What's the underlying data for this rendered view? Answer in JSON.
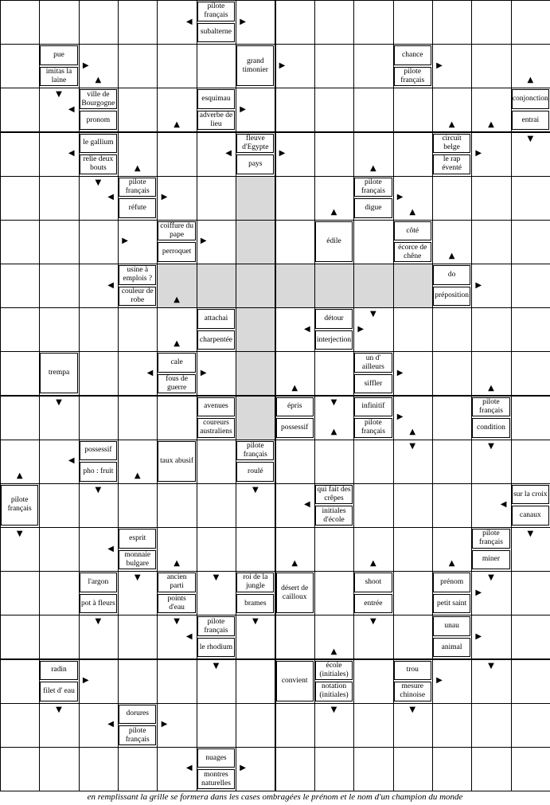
{
  "grid": {
    "cols": 14,
    "rows": 18,
    "shaded": [
      [
        4,
        6
      ],
      [
        5,
        6
      ],
      [
        6,
        6
      ],
      [
        6,
        7
      ],
      [
        6,
        8
      ],
      [
        6,
        9
      ],
      [
        6,
        4
      ],
      [
        6,
        5
      ],
      [
        7,
        6
      ],
      [
        8,
        6
      ],
      [
        9,
        6
      ],
      [
        10,
        6
      ]
    ]
  },
  "clues": [
    {
      "c": 5,
      "r": 0,
      "h": "top",
      "text": "pilote français"
    },
    {
      "c": 5,
      "r": 0,
      "h": "bot",
      "text": "subalterne"
    },
    {
      "c": 1,
      "r": 1,
      "h": "top",
      "text": "pue"
    },
    {
      "c": 1,
      "r": 1,
      "h": "bot",
      "text": "imitas la laine"
    },
    {
      "c": 6,
      "r": 1,
      "h": "full",
      "text": "grand timonier"
    },
    {
      "c": 10,
      "r": 1,
      "h": "top",
      "text": "chance"
    },
    {
      "c": 10,
      "r": 1,
      "h": "bot",
      "text": "pilote français"
    },
    {
      "c": 2,
      "r": 2,
      "h": "top",
      "text": "ville de Bourgogne"
    },
    {
      "c": 2,
      "r": 2,
      "h": "bot",
      "text": "pronom"
    },
    {
      "c": 5,
      "r": 2,
      "h": "top",
      "text": "esquimau"
    },
    {
      "c": 5,
      "r": 2,
      "h": "bot",
      "text": "adverbe de lieu"
    },
    {
      "c": 13,
      "r": 2,
      "h": "top",
      "text": "conjonction"
    },
    {
      "c": 13,
      "r": 2,
      "h": "bot",
      "text": "entrai"
    },
    {
      "c": 2,
      "r": 3,
      "h": "top",
      "text": "le gallium"
    },
    {
      "c": 2,
      "r": 3,
      "h": "bot",
      "text": "relie deux bouts"
    },
    {
      "c": 6,
      "r": 3,
      "h": "top",
      "text": "fleuve d'Egypte"
    },
    {
      "c": 6,
      "r": 3,
      "h": "bot",
      "text": "pays"
    },
    {
      "c": 11,
      "r": 3,
      "h": "top",
      "text": "circuit belge"
    },
    {
      "c": 11,
      "r": 3,
      "h": "bot",
      "text": "le rap éventé"
    },
    {
      "c": 3,
      "r": 4,
      "h": "top",
      "text": "pilote français"
    },
    {
      "c": 3,
      "r": 4,
      "h": "bot",
      "text": "réfute"
    },
    {
      "c": 9,
      "r": 4,
      "h": "top",
      "text": "pilote français"
    },
    {
      "c": 9,
      "r": 4,
      "h": "bot",
      "text": "digue"
    },
    {
      "c": 4,
      "r": 5,
      "h": "top",
      "text": "coiffure du pape"
    },
    {
      "c": 4,
      "r": 5,
      "h": "bot",
      "text": "perroquet"
    },
    {
      "c": 8,
      "r": 5,
      "h": "full",
      "text": "édile"
    },
    {
      "c": 10,
      "r": 5,
      "h": "top",
      "text": "côté"
    },
    {
      "c": 10,
      "r": 5,
      "h": "bot",
      "text": "écorce de chêne"
    },
    {
      "c": 3,
      "r": 6,
      "h": "top",
      "text": "usine à emplois ?"
    },
    {
      "c": 3,
      "r": 6,
      "h": "bot",
      "text": "couleur de robe"
    },
    {
      "c": 11,
      "r": 6,
      "h": "top",
      "text": "do"
    },
    {
      "c": 11,
      "r": 6,
      "h": "bot",
      "text": "préposition"
    },
    {
      "c": 5,
      "r": 7,
      "h": "top",
      "text": "attachai"
    },
    {
      "c": 5,
      "r": 7,
      "h": "bot",
      "text": "charpentée"
    },
    {
      "c": 8,
      "r": 7,
      "h": "top",
      "text": "détour"
    },
    {
      "c": 8,
      "r": 7,
      "h": "bot",
      "text": "interjection"
    },
    {
      "c": 1,
      "r": 8,
      "h": "full",
      "text": "trempa"
    },
    {
      "c": 4,
      "r": 8,
      "h": "top",
      "text": "cale"
    },
    {
      "c": 4,
      "r": 8,
      "h": "bot",
      "text": "fous de guerre"
    },
    {
      "c": 9,
      "r": 8,
      "h": "top",
      "text": "un d' ailleurs"
    },
    {
      "c": 9,
      "r": 8,
      "h": "bot",
      "text": "siffler"
    },
    {
      "c": 5,
      "r": 9,
      "h": "top",
      "text": "avenues"
    },
    {
      "c": 5,
      "r": 9,
      "h": "bot",
      "text": "coureurs australiens"
    },
    {
      "c": 7,
      "r": 9,
      "h": "top",
      "text": "épris"
    },
    {
      "c": 7,
      "r": 9,
      "h": "bot",
      "text": "possessif"
    },
    {
      "c": 9,
      "r": 9,
      "h": "top",
      "text": "infinitif"
    },
    {
      "c": 9,
      "r": 9,
      "h": "bot",
      "text": "pilote français"
    },
    {
      "c": 12,
      "r": 9,
      "h": "top",
      "text": "pilote français"
    },
    {
      "c": 12,
      "r": 9,
      "h": "bot",
      "text": "condition"
    },
    {
      "c": 2,
      "r": 10,
      "h": "top",
      "text": "possessif"
    },
    {
      "c": 2,
      "r": 10,
      "h": "bot",
      "text": "pho : fruit"
    },
    {
      "c": 4,
      "r": 10,
      "h": "full",
      "text": "taux abusif"
    },
    {
      "c": 6,
      "r": 10,
      "h": "top",
      "text": "pilote français"
    },
    {
      "c": 6,
      "r": 10,
      "h": "bot",
      "text": "roulé"
    },
    {
      "c": 0,
      "r": 11,
      "h": "full",
      "text": "pilote français"
    },
    {
      "c": 8,
      "r": 11,
      "h": "top",
      "text": "qui fait des crêpes"
    },
    {
      "c": 8,
      "r": 11,
      "h": "bot",
      "text": "initiales d'école"
    },
    {
      "c": 13,
      "r": 11,
      "h": "top",
      "text": "sur la croix"
    },
    {
      "c": 13,
      "r": 11,
      "h": "bot",
      "text": "canaux"
    },
    {
      "c": 3,
      "r": 12,
      "h": "top",
      "text": "esprit"
    },
    {
      "c": 3,
      "r": 12,
      "h": "bot",
      "text": "monnaie bulgare"
    },
    {
      "c": 12,
      "r": 12,
      "h": "top",
      "text": "pilote français"
    },
    {
      "c": 12,
      "r": 12,
      "h": "bot",
      "text": "miner"
    },
    {
      "c": 2,
      "r": 13,
      "h": "top",
      "text": "l'argon"
    },
    {
      "c": 2,
      "r": 13,
      "h": "bot",
      "text": "pot à fleurs"
    },
    {
      "c": 4,
      "r": 13,
      "h": "top",
      "text": "ancien parti"
    },
    {
      "c": 4,
      "r": 13,
      "h": "bot",
      "text": "points d'eau"
    },
    {
      "c": 6,
      "r": 13,
      "h": "top",
      "text": "roi de la jungle"
    },
    {
      "c": 6,
      "r": 13,
      "h": "bot",
      "text": "brames"
    },
    {
      "c": 7,
      "r": 13,
      "h": "full",
      "text": "désert de cailloux"
    },
    {
      "c": 9,
      "r": 13,
      "h": "top",
      "text": "shoot"
    },
    {
      "c": 9,
      "r": 13,
      "h": "bot",
      "text": "entrée"
    },
    {
      "c": 11,
      "r": 13,
      "h": "top",
      "text": "prénom"
    },
    {
      "c": 11,
      "r": 13,
      "h": "bot",
      "text": "petit saint"
    },
    {
      "c": 5,
      "r": 14,
      "h": "top",
      "text": "pilote français"
    },
    {
      "c": 5,
      "r": 14,
      "h": "bot",
      "text": "le rhodium"
    },
    {
      "c": 11,
      "r": 14,
      "h": "top",
      "text": "unau"
    },
    {
      "c": 11,
      "r": 14,
      "h": "bot",
      "text": "animal"
    },
    {
      "c": 1,
      "r": 15,
      "h": "top",
      "text": "radin"
    },
    {
      "c": 1,
      "r": 15,
      "h": "bot",
      "text": "filet d' eau"
    },
    {
      "c": 7,
      "r": 15,
      "h": "full",
      "text": "convient"
    },
    {
      "c": 8,
      "r": 15,
      "h": "top",
      "text": "école (initiales)"
    },
    {
      "c": 8,
      "r": 15,
      "h": "bot",
      "text": "notation (initiales)"
    },
    {
      "c": 10,
      "r": 15,
      "h": "top",
      "text": "trou"
    },
    {
      "c": 10,
      "r": 15,
      "h": "bot",
      "text": "mesure chinoise"
    },
    {
      "c": 3,
      "r": 16,
      "h": "top",
      "text": "dorures"
    },
    {
      "c": 3,
      "r": 16,
      "h": "bot",
      "text": "pilote français"
    },
    {
      "c": 5,
      "r": 17,
      "h": "top",
      "text": "nuages"
    },
    {
      "c": 5,
      "r": 17,
      "h": "bot",
      "text": "montres naturelles"
    }
  ],
  "arrows": [
    {
      "c": 4,
      "r": 0,
      "d": "left"
    },
    {
      "c": 6,
      "r": 0,
      "d": "right"
    },
    {
      "c": 2,
      "r": 1,
      "d": "right"
    },
    {
      "c": 1,
      "r": 2,
      "d": "down"
    },
    {
      "c": 7,
      "r": 1,
      "d": "right"
    },
    {
      "c": 11,
      "r": 1,
      "d": "right"
    },
    {
      "c": 2,
      "r": 1,
      "d": "up"
    },
    {
      "c": 1,
      "r": 2,
      "d": "left"
    },
    {
      "c": 4,
      "r": 2,
      "d": "up"
    },
    {
      "c": 6,
      "r": 2,
      "d": "right"
    },
    {
      "c": 12,
      "r": 2,
      "d": "up"
    },
    {
      "c": 13,
      "r": 1,
      "d": "up"
    },
    {
      "c": 13,
      "r": 3,
      "d": "down"
    },
    {
      "c": 1,
      "r": 3,
      "d": "left"
    },
    {
      "c": 5,
      "r": 3,
      "d": "left"
    },
    {
      "c": 7,
      "r": 3,
      "d": "right"
    },
    {
      "c": 11,
      "r": 2,
      "d": "up"
    },
    {
      "c": 12,
      "r": 3,
      "d": "right"
    },
    {
      "c": 2,
      "r": 4,
      "d": "down"
    },
    {
      "c": 3,
      "r": 3,
      "d": "up"
    },
    {
      "c": 2,
      "r": 4,
      "d": "left"
    },
    {
      "c": 9,
      "r": 3,
      "d": "up"
    },
    {
      "c": 10,
      "r": 4,
      "d": "right"
    },
    {
      "c": 4,
      "r": 4,
      "d": "right"
    },
    {
      "c": 5,
      "r": 5,
      "d": "right"
    },
    {
      "c": 8,
      "r": 4,
      "d": "up"
    },
    {
      "c": 10,
      "r": 4,
      "d": "up"
    },
    {
      "c": 11,
      "r": 5,
      "d": "up"
    },
    {
      "c": 3,
      "r": 5,
      "d": "right"
    },
    {
      "c": 2,
      "r": 6,
      "d": "left"
    },
    {
      "c": 12,
      "r": 6,
      "d": "right"
    },
    {
      "c": 4,
      "r": 6,
      "d": "up"
    },
    {
      "c": 9,
      "r": 7,
      "d": "right"
    },
    {
      "c": 7,
      "r": 7,
      "d": "left"
    },
    {
      "c": 1,
      "r": 9,
      "d": "down"
    },
    {
      "c": 4,
      "r": 7,
      "d": "up"
    },
    {
      "c": 3,
      "r": 8,
      "d": "left"
    },
    {
      "c": 9,
      "r": 7,
      "d": "down"
    },
    {
      "c": 10,
      "r": 8,
      "d": "right"
    },
    {
      "c": 5,
      "r": 8,
      "d": "right"
    },
    {
      "c": 7,
      "r": 8,
      "d": "up"
    },
    {
      "c": 8,
      "r": 9,
      "d": "up"
    },
    {
      "c": 8,
      "r": 9,
      "d": "down"
    },
    {
      "c": 10,
      "r": 9,
      "d": "right"
    },
    {
      "c": 10,
      "r": 9,
      "d": "up"
    },
    {
      "c": 10,
      "r": 10,
      "d": "down"
    },
    {
      "c": 12,
      "r": 8,
      "d": "up"
    },
    {
      "c": 12,
      "r": 10,
      "d": "down"
    },
    {
      "c": 1,
      "r": 10,
      "d": "left"
    },
    {
      "c": 2,
      "r": 11,
      "d": "down"
    },
    {
      "c": 3,
      "r": 10,
      "d": "up"
    },
    {
      "c": 6,
      "r": 11,
      "d": "down"
    },
    {
      "c": 0,
      "r": 10,
      "d": "up"
    },
    {
      "c": 0,
      "r": 12,
      "d": "down"
    },
    {
      "c": 7,
      "r": 11,
      "d": "left"
    },
    {
      "c": 12,
      "r": 11,
      "d": "left"
    },
    {
      "c": 13,
      "r": 12,
      "d": "down"
    },
    {
      "c": 2,
      "r": 12,
      "d": "left"
    },
    {
      "c": 3,
      "r": 13,
      "d": "down"
    },
    {
      "c": 11,
      "r": 12,
      "d": "up"
    },
    {
      "c": 12,
      "r": 13,
      "d": "down"
    },
    {
      "c": 2,
      "r": 14,
      "d": "down"
    },
    {
      "c": 4,
      "r": 12,
      "d": "up"
    },
    {
      "c": 4,
      "r": 14,
      "d": "down"
    },
    {
      "c": 5,
      "r": 13,
      "d": "down"
    },
    {
      "c": 6,
      "r": 14,
      "d": "down"
    },
    {
      "c": 7,
      "r": 12,
      "d": "up"
    },
    {
      "c": 9,
      "r": 12,
      "d": "up"
    },
    {
      "c": 9,
      "r": 14,
      "d": "down"
    },
    {
      "c": 12,
      "r": 13,
      "d": "right"
    },
    {
      "c": 4,
      "r": 14,
      "d": "left"
    },
    {
      "c": 5,
      "r": 15,
      "d": "down"
    },
    {
      "c": 12,
      "r": 14,
      "d": "right"
    },
    {
      "c": 2,
      "r": 15,
      "d": "right"
    },
    {
      "c": 1,
      "r": 16,
      "d": "down"
    },
    {
      "c": 8,
      "r": 14,
      "d": "up"
    },
    {
      "c": 8,
      "r": 16,
      "d": "down"
    },
    {
      "c": 11,
      "r": 15,
      "d": "right"
    },
    {
      "c": 10,
      "r": 16,
      "d": "down"
    },
    {
      "c": 12,
      "r": 15,
      "d": "down"
    },
    {
      "c": 2,
      "r": 16,
      "d": "left"
    },
    {
      "c": 4,
      "r": 16,
      "d": "right"
    },
    {
      "c": 4,
      "r": 17,
      "d": "left"
    },
    {
      "c": 6,
      "r": 17,
      "d": "right"
    }
  ],
  "caption": "en remplissant la grille se formera dans les cases ombragées le prénom et le nom d'un champion du monde"
}
